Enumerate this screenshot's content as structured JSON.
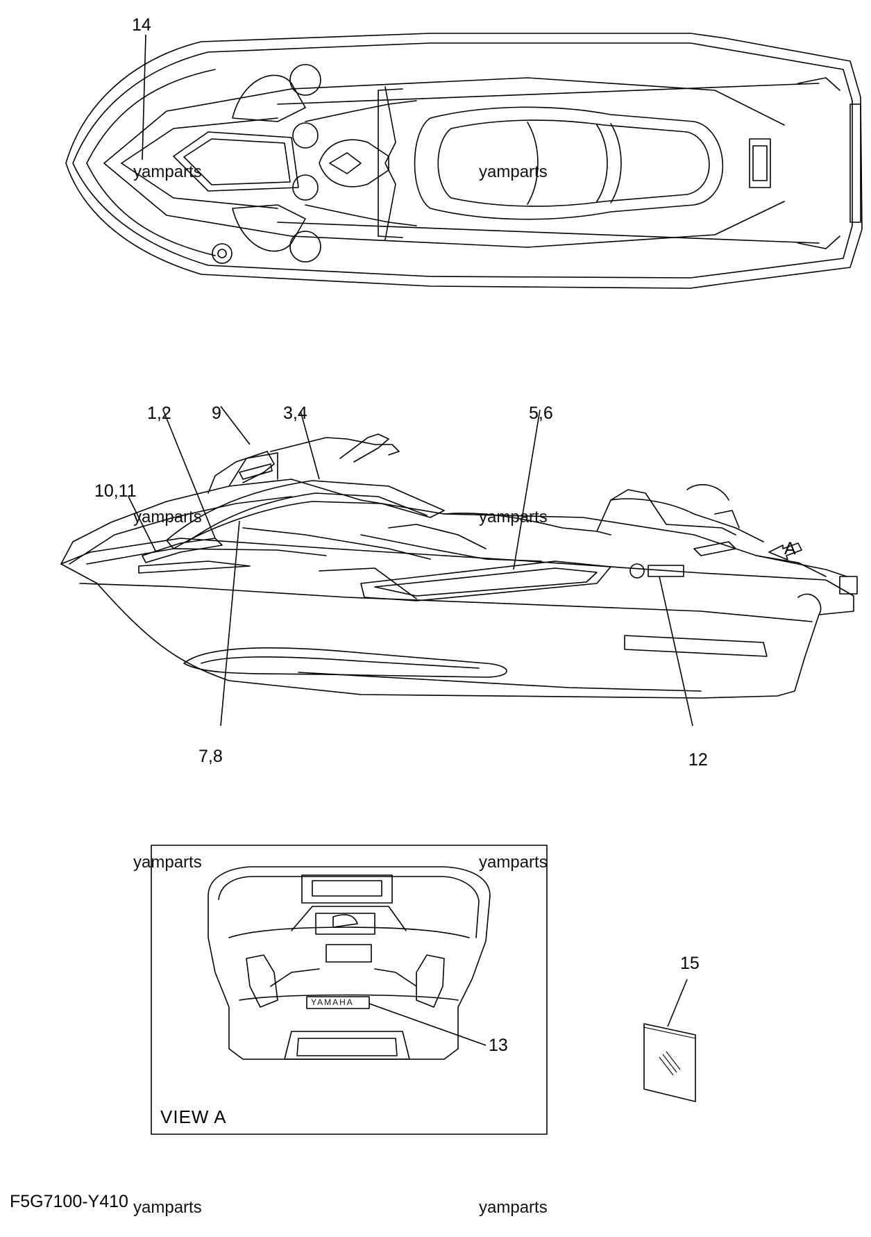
{
  "callouts": {
    "c14": "14",
    "c1_2": "1,2",
    "c9": "9",
    "c3_4": "3,4",
    "c5_6": "5,6",
    "c10_11": "10,11",
    "c7_8": "7,8",
    "c12": "12",
    "c13": "13",
    "c15": "15",
    "cA": "A"
  },
  "view_label": "VIEW A",
  "diagram_code": "F5G7100-Y410",
  "watermark": "yamparts",
  "decal_text": {
    "yamaha": "YAMAHA"
  }
}
